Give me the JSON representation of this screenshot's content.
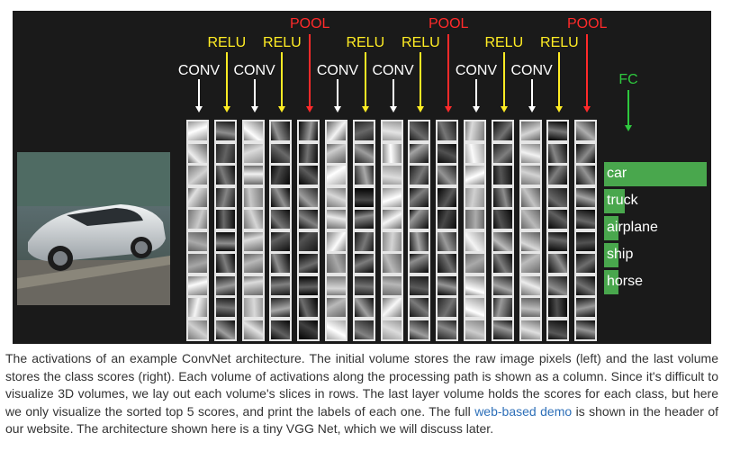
{
  "figure": {
    "layer_labels": [
      {
        "text": "CONV",
        "type": "conv"
      },
      {
        "text": "RELU",
        "type": "relu"
      },
      {
        "text": "CONV",
        "type": "conv"
      },
      {
        "text": "RELU",
        "type": "relu"
      },
      {
        "text": "POOL",
        "type": "pool"
      },
      {
        "text": "CONV",
        "type": "conv"
      },
      {
        "text": "RELU",
        "type": "relu"
      },
      {
        "text": "CONV",
        "type": "conv"
      },
      {
        "text": "RELU",
        "type": "relu"
      },
      {
        "text": "POOL",
        "type": "pool"
      },
      {
        "text": "CONV",
        "type": "conv"
      },
      {
        "text": "RELU",
        "type": "relu"
      },
      {
        "text": "CONV",
        "type": "conv"
      },
      {
        "text": "RELU",
        "type": "relu"
      },
      {
        "text": "POOL",
        "type": "pool"
      }
    ],
    "fc_label": "FC",
    "scores": [
      {
        "label": "car",
        "value": 1.0
      },
      {
        "label": "truck",
        "value": 0.2
      },
      {
        "label": "airplane",
        "value": 0.12
      },
      {
        "label": "ship",
        "value": 0.1
      },
      {
        "label": "horse",
        "value": 0.09
      }
    ],
    "colors": {
      "conv": "#ffffff",
      "relu": "#ffec24",
      "pool": "#ff2a2a",
      "fc": "#2ec83e",
      "score_bar": "#49a74d"
    }
  },
  "caption": {
    "text_before_link": "The activations of an example ConvNet architecture. The initial volume stores the raw image pixels (left) and the last volume stores the class scores (right). Each volume of activations along the processing path is shown as a column. Since it's difficult to visualize 3D volumes, we lay out each volume's slices in rows. The last layer volume holds the scores for each class, but here we only visualize the sorted top 5 scores, and print the labels of each one. The full ",
    "link_text": "web-based demo",
    "text_after_link": " is shown in the header of our website. The architecture shown here is a tiny VGG Net, which we will discuss later."
  }
}
